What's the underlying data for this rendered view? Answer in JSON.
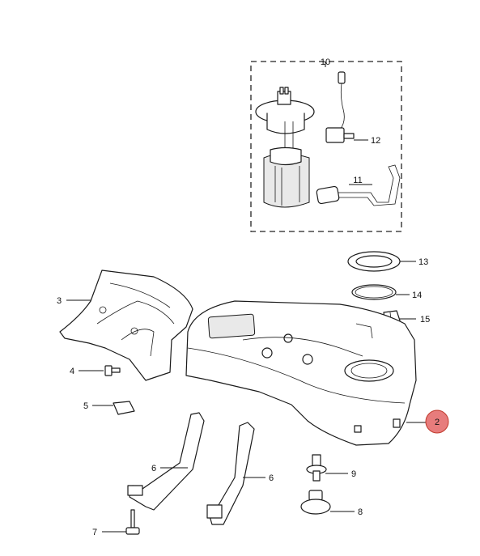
{
  "diagram": {
    "highlight_color": "#e77c7c",
    "highlight_stroke": "#c0392b",
    "callouts": [
      {
        "id": "10",
        "label": "10"
      },
      {
        "id": "12",
        "label": "12"
      },
      {
        "id": "11",
        "label": "11"
      },
      {
        "id": "13",
        "label": "13"
      },
      {
        "id": "14",
        "label": "14"
      },
      {
        "id": "15",
        "label": "15"
      },
      {
        "id": "3",
        "label": "3"
      },
      {
        "id": "4",
        "label": "4"
      },
      {
        "id": "5",
        "label": "5"
      },
      {
        "id": "2",
        "label": "2",
        "highlighted": true
      },
      {
        "id": "6a",
        "label": "6"
      },
      {
        "id": "6b",
        "label": "6"
      },
      {
        "id": "9",
        "label": "9"
      },
      {
        "id": "8",
        "label": "8"
      },
      {
        "id": "7",
        "label": "7"
      }
    ]
  }
}
